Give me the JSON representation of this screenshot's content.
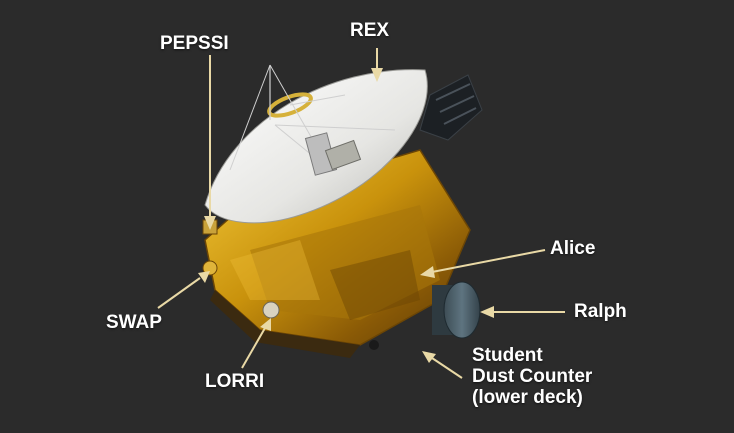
{
  "colors": {
    "background": "#2b2b2b",
    "label_text": "#ffffff",
    "leader": "#e9d9a6",
    "gold_foil": "#c9920c",
    "dish": "#e8e8e6"
  },
  "labels": {
    "rex": "REX",
    "pepssi": "PEPSSI",
    "alice": "Alice",
    "ralph": "Ralph",
    "swap": "SWAP",
    "lorri": "LORRI",
    "sdc": {
      "line1": "Student",
      "line2": "Dust Counter",
      "line3": "(lower deck)"
    }
  }
}
